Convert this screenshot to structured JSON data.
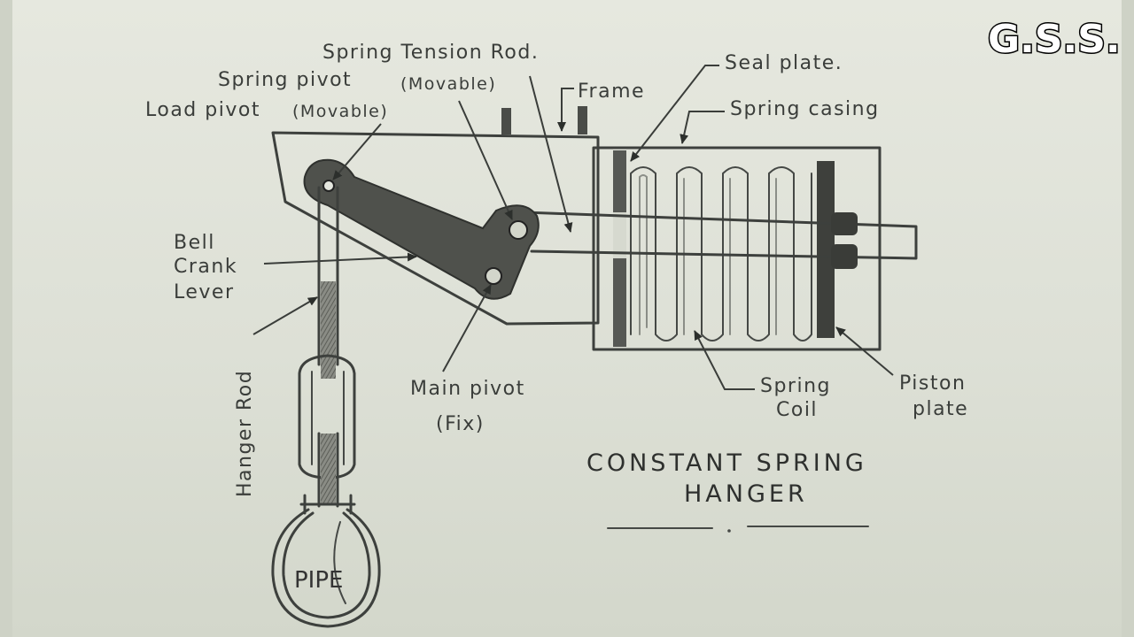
{
  "watermark": "G.S.S.",
  "title": {
    "line1": "CONSTANT SPRING",
    "line2": "HANGER"
  },
  "labels": {
    "spring_tension_rod": "Spring Tension Rod.",
    "spring_pivot": "Spring pivot",
    "spring_pivot_note": "(Movable)",
    "load_pivot": "Load pivot",
    "load_pivot_note": "(Movable)",
    "frame": "Frame",
    "seal_plate": "Seal plate.",
    "spring_casing": "Spring casing",
    "bell_crank_1": "Bell",
    "bell_crank_2": "Crank",
    "bell_crank_3": "Lever",
    "hanger_rod": "Hanger Rod",
    "main_pivot_1": "Main pivot",
    "main_pivot_2": "(Fix)",
    "spring_coil_1": "Spring",
    "spring_coil_2": "Coil",
    "piston_plate_1": "Piston",
    "piston_plate_2": "plate",
    "pipe": "PIPE"
  }
}
